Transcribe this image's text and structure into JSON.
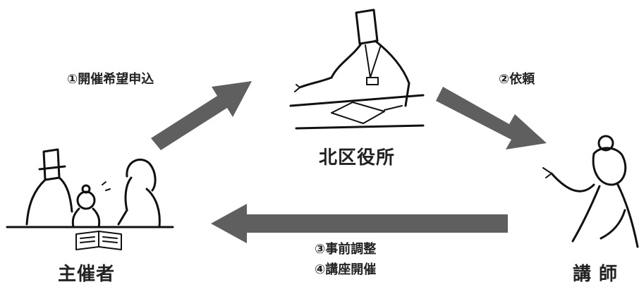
{
  "steps": {
    "step1": "①開催希望申込",
    "step2": "②依頼",
    "step3": "③事前調整",
    "step4": "④講座開催"
  },
  "nodes": {
    "office": "北区役所",
    "organizer": "主催者",
    "lecturer": "講 師"
  },
  "colors": {
    "arrow": "#5f5f5f",
    "ink": "#111111",
    "text": "#222222"
  },
  "icons": [
    "office-clerk-illustration",
    "organizer-group-illustration",
    "lecturer-illustration"
  ]
}
